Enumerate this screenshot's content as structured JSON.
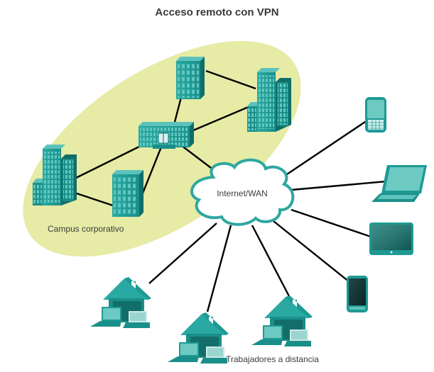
{
  "title": "Acceso remoto con VPN",
  "colors": {
    "campus_fill": "#e6eba6",
    "device_teal": "#1e9a94",
    "device_dark": "#0f6e6a",
    "device_light": "#5cc2bb",
    "link": "#000000",
    "cloud_stroke": "#2ea7a0"
  },
  "campus": {
    "label": "Campus corporativo",
    "buildings": [
      {
        "id": "hq",
        "kind": "headquarters"
      },
      {
        "id": "b-top",
        "kind": "tower"
      },
      {
        "id": "b-right",
        "kind": "tower-cluster"
      },
      {
        "id": "b-left",
        "kind": "tower-cluster"
      },
      {
        "id": "b-bottom",
        "kind": "tower"
      }
    ]
  },
  "cloud": {
    "label": "Internet/WAN"
  },
  "remote_devices": [
    {
      "id": "smartphone",
      "kind": "smartphone"
    },
    {
      "id": "laptop",
      "kind": "laptop"
    },
    {
      "id": "tablet",
      "kind": "tablet"
    },
    {
      "id": "phone",
      "kind": "touch-phone"
    }
  ],
  "teleworkers": {
    "label": "Trabajadores a distancia",
    "homes": [
      {
        "id": "home-1",
        "kind": "home-office"
      },
      {
        "id": "home-2",
        "kind": "home-office"
      },
      {
        "id": "home-3",
        "kind": "home-office"
      }
    ]
  },
  "links": [
    [
      "b-top",
      "b-right"
    ],
    [
      "b-top",
      "hq"
    ],
    [
      "hq",
      "b-right"
    ],
    [
      "hq",
      "b-left"
    ],
    [
      "hq",
      "b-bottom"
    ],
    [
      "b-left",
      "b-bottom"
    ],
    [
      "hq",
      "cloud"
    ],
    [
      "cloud",
      "smartphone"
    ],
    [
      "cloud",
      "laptop"
    ],
    [
      "cloud",
      "tablet"
    ],
    [
      "cloud",
      "phone"
    ],
    [
      "cloud",
      "home-1"
    ],
    [
      "cloud",
      "home-2"
    ],
    [
      "cloud",
      "home-3"
    ]
  ]
}
